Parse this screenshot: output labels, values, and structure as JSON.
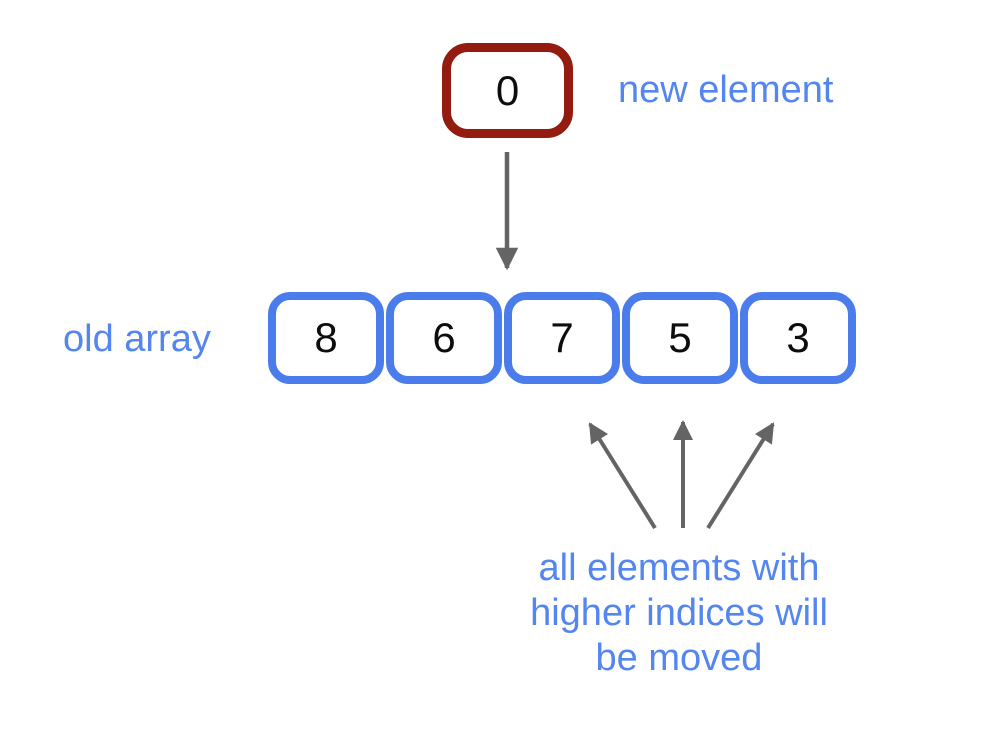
{
  "colors": {
    "background": "#ffffff",
    "cell_border_blue": "#4b7cec",
    "label_blue": "#5486f0",
    "new_element_red": "#931b10",
    "arrow_gray": "#646464",
    "value_black": "#0d0d0d"
  },
  "new_element": {
    "value": "0",
    "label": "new element"
  },
  "old_array": {
    "label": "old array",
    "values": [
      "8",
      "6",
      "7",
      "5",
      "3"
    ]
  },
  "caption": {
    "lines": [
      "all elements with",
      "higher indices will",
      "be moved"
    ]
  },
  "icons": {
    "insert_arrow": "arrow-down",
    "moved_arrows": [
      "arrow-up-left",
      "arrow-up",
      "arrow-up-right"
    ]
  }
}
